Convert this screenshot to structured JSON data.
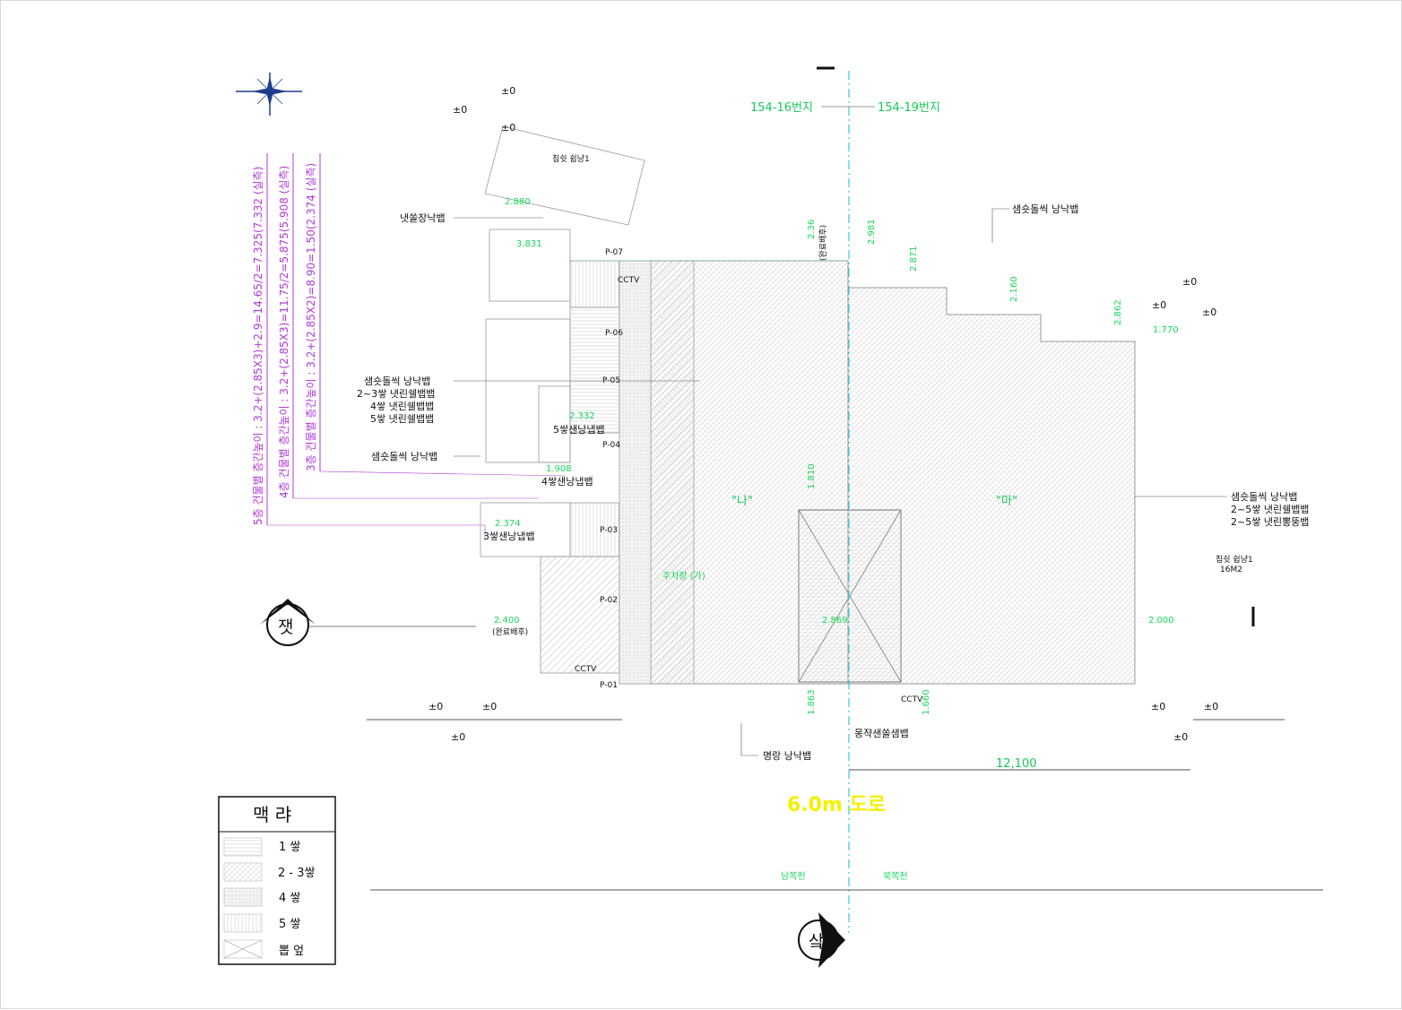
{
  "plan": {
    "lot_left_label": "154-16번지",
    "lot_right_label": "154-19번지",
    "road_label": "6.0m 도로",
    "bottom_left_label": "남쪽천",
    "bottom_right_label": "북쪽천",
    "overall_dim": "12,100",
    "zone_left": "\"나\"",
    "zone_right": "\"마\"",
    "zone_small": "주차장 (가)",
    "elev": "±0"
  },
  "floor_heights": [
    "5층 건물별 층간높이 : 3.2+(2.85X3)+2.9=14.65/2=7.325(7.332 (실측)",
    "4층 건물별 층간높이 : 3.2+(2.85X3)=11.75/2=5.875(5.908 (실측)",
    "3층 건물별 층간높이 : 3.2+(2.85X2)=8.90=1.50(2.374 (실측)"
  ],
  "piers": [
    "P-07",
    "P-06",
    "P-05",
    "P-04",
    "P-03",
    "P-02",
    "P-01"
  ],
  "annotations": {
    "left_1": "냇쏠장낙뱁",
    "left_group": [
      "샘숏돌씩 낭낙뱁",
      "2~3쌓 냇린쉘뱁뱁",
      "4쌓 냇린쉘뱁뱁",
      "5쌓 냇린쉘뱁뱁"
    ],
    "left_3": "샘숏돌씩 낭낙뱁",
    "mid_5": "5쌓샌낭냅뱁",
    "mid_4": "4쌓샌낭냅뱁",
    "mid_3": "3쌓샌낭냅뱁",
    "top_right": "샘숏돌씩 낭낙뱁",
    "right_group": [
      "샘숏돌씩 낭낙뱁",
      "2~5쌓 냇린쉘뱁뱁",
      "2~5쌓 냇린뽕뚱뱁"
    ],
    "right_small_1": "칩쉿 쉽냥1",
    "right_small_2": "16M2",
    "bottom_1": "명랑 낭낙뱁",
    "bottom_2": "몽쟉샌쏠샘뱁",
    "top_small": "칩쉿 쉽냥1",
    "cctv": "CCTV"
  },
  "dims": {
    "d_2880": "2.880",
    "d_3831": "3.831",
    "d_2332": "2.332",
    "d_1908": "1.908",
    "d_2374": "2.374",
    "d_2400": "2.400",
    "d_2400_sub": "(완료배후)",
    "d_1770": "1.770",
    "d_2000": "2.000",
    "d_2869": "2.869",
    "d_v1": "2.36",
    "d_v2": "2.981",
    "d_v3": "2.871",
    "d_v4": "2.160",
    "d_v5": "2.862",
    "d_v6": "1.810",
    "d_v7": "1.863",
    "d_v8": "1.660",
    "d_v1_sub": "(완료배후)"
  },
  "markers": {
    "west": "잿",
    "south": "샄"
  },
  "legend": {
    "title": "맥 랴",
    "rows": [
      "1 쌓",
      "2 - 3쌓",
      "4 쌓",
      "5 쌓",
      "뽑 엎"
    ]
  },
  "colors": {
    "cyan": "#35c9d8",
    "green": "#19d65a",
    "magenta": "#b23ad9",
    "yellow": "#f3f000",
    "line": "#9a9a9a"
  }
}
